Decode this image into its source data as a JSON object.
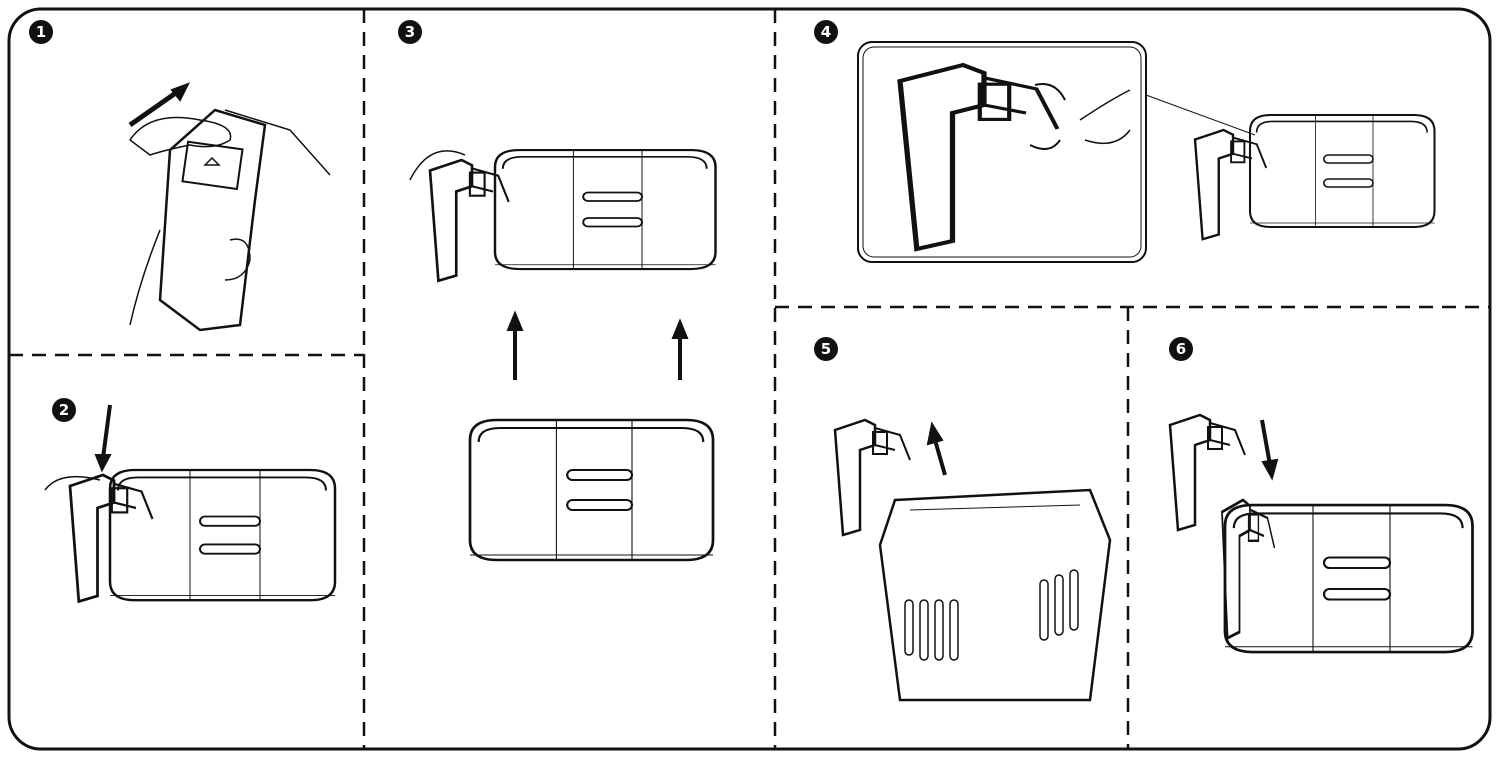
{
  "steps": [
    {
      "number": "1",
      "illustration": "press-release-button"
    },
    {
      "number": "2",
      "illustration": "push-handle-down"
    },
    {
      "number": "3",
      "illustration": "lift-basket-out"
    },
    {
      "number": "4",
      "illustration": "unclip-handle-detail"
    },
    {
      "number": "5",
      "illustration": "remove-handle-from-basket"
    },
    {
      "number": "6",
      "illustration": "attach-handle-to-basket"
    }
  ],
  "colors": {
    "line": "#111111",
    "background": "#ffffff"
  }
}
